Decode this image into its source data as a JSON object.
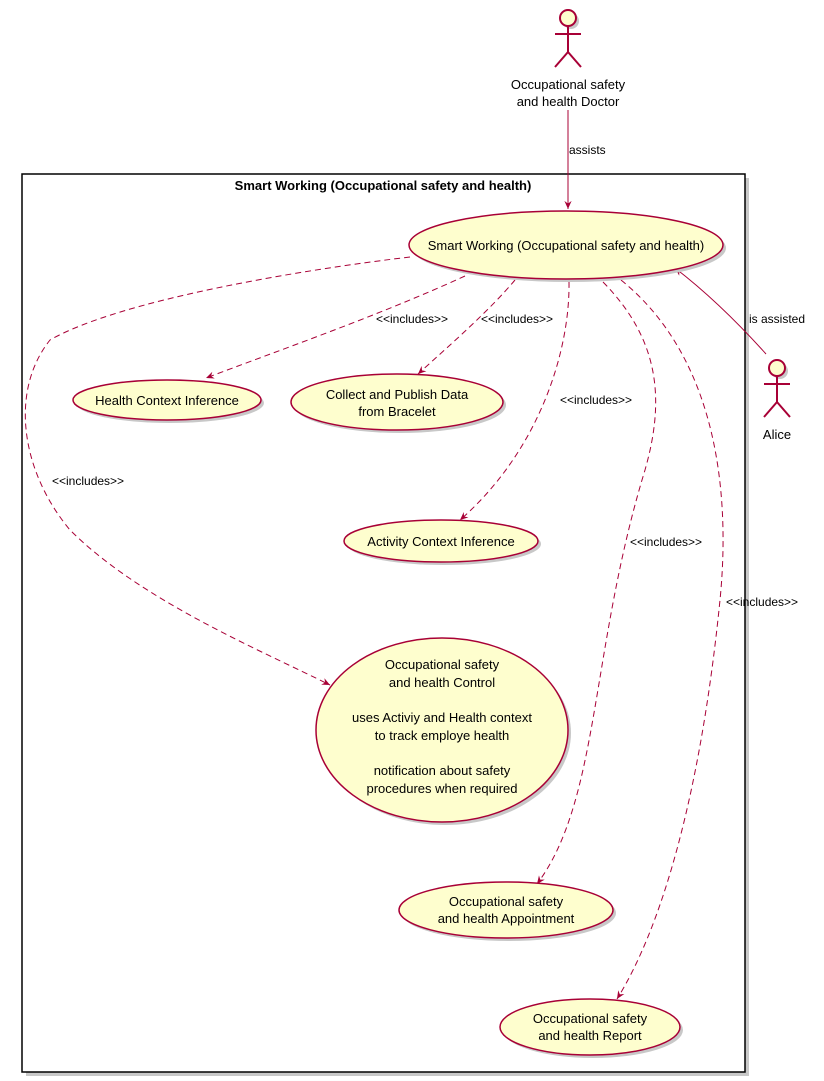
{
  "colors": {
    "usecase_fill": "#FEFECE",
    "border": "#A80036",
    "boundary_border": "#000000",
    "shadow": "#c8c8c8"
  },
  "boundary": {
    "title": "Smart Working (Occupational safety and health)"
  },
  "actors": {
    "doctor": {
      "lines": [
        "Occupational safety",
        "and health Doctor"
      ],
      "icon": "stick-figure-icon"
    },
    "alice": {
      "lines": [
        "Alice"
      ],
      "icon": "stick-figure-icon"
    }
  },
  "usecases": {
    "main": {
      "lines": [
        "Smart Working (Occupational safety and health)"
      ]
    },
    "health_ctx": {
      "lines": [
        "Health Context Inference"
      ]
    },
    "collect": {
      "lines": [
        "Collect and Publish Data",
        "from Bracelet"
      ]
    },
    "activity_ctx": {
      "lines": [
        "Activity Context Inference"
      ]
    },
    "control": {
      "lines": [
        "Occupational safety",
        "and health Control",
        "",
        "uses Activiy and Health context",
        "to track employe health",
        "",
        "notification about safety",
        "procedures when required"
      ]
    },
    "appointment": {
      "lines": [
        "Occupational safety",
        "and health Appointment"
      ]
    },
    "report": {
      "lines": [
        "Occupational safety",
        "and health Report"
      ]
    }
  },
  "edges": {
    "assists": "assists",
    "is_assisted": "is assisted",
    "inc_health": "<<includes>>",
    "inc_collect": "<<includes>>",
    "inc_activity": "<<includes>>",
    "inc_control": "<<includes>>",
    "inc_appointment": "<<includes>>",
    "inc_report": "<<includes>>"
  }
}
